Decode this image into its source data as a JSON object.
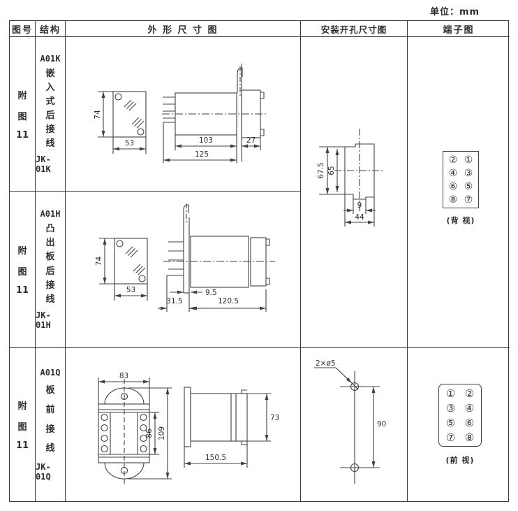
{
  "unit_label": "单位：mm",
  "headers": {
    "figure": "图号",
    "structure": "结构",
    "outline": "外 形 尺 寸 图",
    "install": "安装开孔尺寸图",
    "terminal": "端子图"
  },
  "rows": [
    {
      "figure": [
        "附",
        "图",
        "11"
      ],
      "model": "A01K",
      "desc": [
        "嵌",
        "入",
        "式",
        "后",
        "接",
        "线"
      ],
      "code": "JK-01K",
      "dims": {
        "h": "74",
        "w": "53",
        "body": "103",
        "rear": "27",
        "total": "125"
      }
    },
    {
      "figure": [
        "附",
        "图",
        "11"
      ],
      "model": "A01H",
      "desc": [
        "凸",
        "出",
        "板",
        "后",
        "接",
        "线"
      ],
      "code": "JK-01H",
      "dims": {
        "h": "74",
        "w": "53",
        "pins": "31.5",
        "gap": "9.5",
        "body": "120.5"
      }
    },
    {
      "figure": [
        "附",
        "图",
        "11"
      ],
      "model": "A01Q",
      "desc": [
        "板",
        "前",
        "接",
        "线"
      ],
      "code": "JK-01Q",
      "dims": {
        "top": "83",
        "inner": "86",
        "total": "109",
        "side_h": "73",
        "side_w": "150.5"
      }
    }
  ],
  "install_flush": {
    "outer": "67.5",
    "inner": "65",
    "tab": "9",
    "width": "44"
  },
  "install_panel": {
    "holes": "2×ø5",
    "spacing": "90"
  },
  "terminal_back": {
    "numbers": [
      "②",
      "①",
      "④",
      "③",
      "⑥",
      "⑤",
      "⑧",
      "⑦"
    ],
    "caption": "(背 视)"
  },
  "terminal_front": {
    "numbers": [
      "①",
      "②",
      "③",
      "④",
      "⑤",
      "⑥",
      "⑦",
      "⑧"
    ],
    "caption": "(前 视)"
  }
}
